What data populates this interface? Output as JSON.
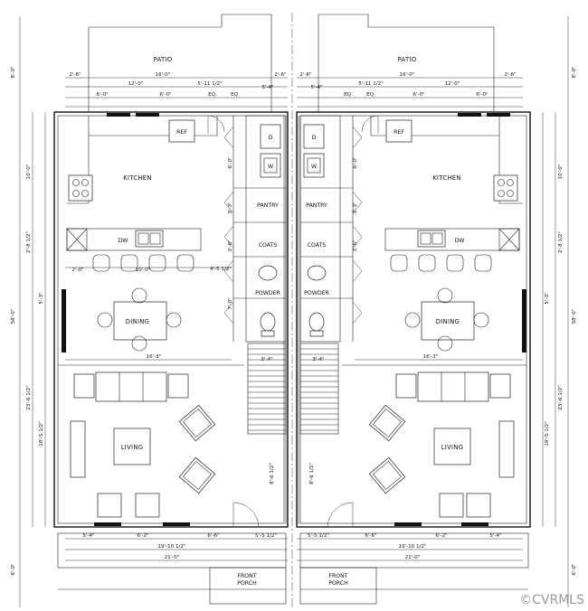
{
  "rooms": {
    "patio": "PATIO",
    "kitchen": "KITCHEN",
    "dining": "DINING",
    "living": "LIVING",
    "pantry": "PANTRY",
    "coats": "COATS",
    "powder": "POWDER",
    "front_porch_line1": "FRONT",
    "front_porch_line2": "PORCH"
  },
  "fixtures": {
    "ref": "REF",
    "dw": "DW",
    "dryer": "D",
    "washer": "W",
    "eq": "EQ."
  },
  "dims": {
    "left": {
      "patio_side": "2'-6\"",
      "patio_width": "16'-0\"",
      "top_12": "12'-0\"",
      "top_5_11": "5'-11 1/2\"",
      "top_5_4": "5'-4\"",
      "top_6a": "6'-0\"",
      "top_6b": "6'-0\"",
      "counter_2": "2'-0\"",
      "counter_10": "10'-0\"",
      "hall_4_5": "4'-5 1/2\"",
      "dining_16_3": "16'-3\"",
      "stair_3_4": "3'-4\"",
      "bot_5_4": "5'-4\"",
      "bot_6_2": "6'-2\"",
      "bot_6_6": "6'-6\"",
      "bot_5_5": "5'-5 1/2\"",
      "bot_19_10": "19'-10 1/2\"",
      "bot_21": "21'-0\"",
      "side_8_0": "8'-0\"",
      "side_58_0": "58'-0\"",
      "side_10_0": "10'-0\"",
      "side_2_8": "2'-8 1/2\"",
      "side_5_3": "5'-3\"",
      "side_23_6": "23'-6 1/2\"",
      "side_18_5": "18'-5 1/2\"",
      "side_6_0": "6'-0\"",
      "stair_8_6": "8'-6 1/2\"",
      "v_6_0": "6'-0\"",
      "v_3_3": "3'-3\"",
      "v_3_6": "3'-6\"",
      "v_7_0": "7'-0\""
    },
    "right": {
      "patio_side": "2'-6\"",
      "patio_width": "16'-0\"",
      "top_12": "12'-0\"",
      "top_5_11": "5'-11 1/2\"",
      "top_5_4": "5'-4\"",
      "top_6a": "6'-0\"",
      "top_6b": "6'-0\"",
      "dining_16_3": "16'-3\"",
      "stair_3_4": "3'-4\"",
      "bot_5_4": "5'-4\"",
      "bot_6_2": "6'-2\"",
      "bot_6_6": "6'-6\"",
      "bot_5_5": "5'-5 1/2\"",
      "bot_19_10": "19'-10 1/2\"",
      "bot_21": "21'-0\"",
      "side_8_0": "8'-0\"",
      "side_58_0": "58'-0\"",
      "side_10_0": "10'-0\"",
      "side_2_8": "2'-8 1/2\"",
      "side_5_3": "5'-3\"",
      "side_23_6": "23'-6 1/2\"",
      "side_18_5": "18'-5 1/2\"",
      "side_6_0": "6'-0\"",
      "stair_8_6": "8'-6 1/2\"",
      "v_6_0": "6'-0\"",
      "v_3_3": "3'-3\"",
      "v_3_6": "3'-6\""
    }
  },
  "watermark": "©CVRMLS"
}
